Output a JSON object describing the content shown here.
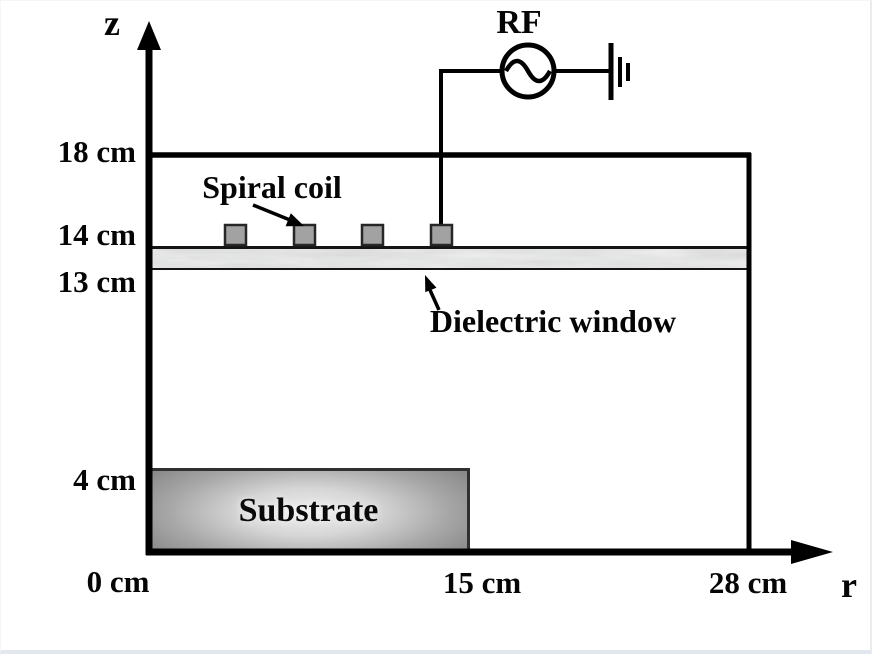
{
  "axes": {
    "z_label": "z",
    "r_label": "r",
    "z_ticks": [
      "18 cm",
      "14 cm",
      "13 cm",
      "4 cm"
    ],
    "r_ticks": [
      "0 cm",
      "15 cm",
      "28 cm"
    ]
  },
  "labels": {
    "rf_source": "RF",
    "spiral_coil": "Spiral coil",
    "dielectric_window": "Dielectric window",
    "substrate": "Substrate"
  },
  "counts": {
    "coil_turns": 4
  },
  "colors": {
    "line": "#000000",
    "coil_fill": "#a2a2a2",
    "coil_border": "#262626",
    "window_fill": "#eff1ef",
    "substrate_light": "#eeeeee",
    "substrate_dark": "#888888",
    "background": "#ffffff"
  }
}
